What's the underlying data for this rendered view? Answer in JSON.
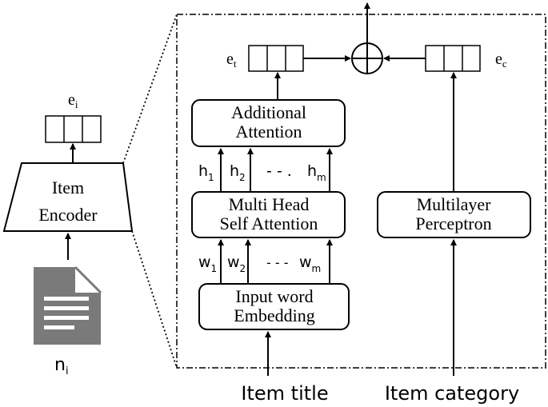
{
  "left": {
    "encoder_label_line1": "Item",
    "encoder_label_line2": "Encoder",
    "output_symbol": "e",
    "output_subscript": "i",
    "input_symbol": "n",
    "input_subscript": "i",
    "document_icon": "document-icon"
  },
  "blocks": {
    "additional_attention": {
      "line1": "Additional",
      "line2": "Attention"
    },
    "multi_head": {
      "line1": "Multi Head",
      "line2": "Self Attention"
    },
    "input_embedding": {
      "line1": "Input word",
      "line2": "Embedding"
    },
    "mlp": {
      "line1": "Multilayer",
      "line2": "Perceptron"
    }
  },
  "hidden": {
    "h1_symbol": "h",
    "h1_sub": "1",
    "h2_symbol": "h",
    "h2_sub": "2",
    "dots": "- - .",
    "hm_symbol": "h",
    "hm_sub": "m"
  },
  "words": {
    "w1_symbol": "w",
    "w1_sub": "1",
    "w2_symbol": "w",
    "w2_sub": "2",
    "dots": "- - -",
    "wm_symbol": "w",
    "wm_sub": "m"
  },
  "vectors": {
    "title_symbol": "e",
    "title_sub": "t",
    "category_symbol": "e",
    "category_sub": "c"
  },
  "inputs": {
    "title_label": "Item title",
    "category_label": "Item category"
  },
  "combine_icon": "circle-plus-icon"
}
